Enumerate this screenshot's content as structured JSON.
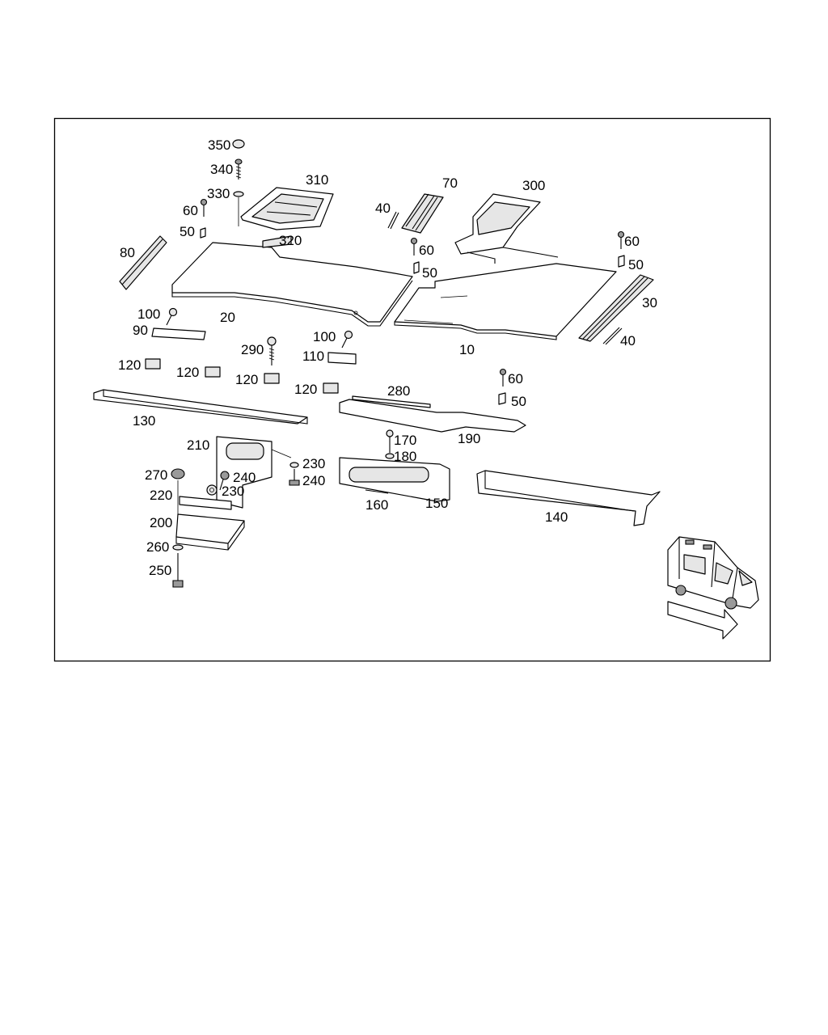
{
  "callouts": [
    {
      "id": "c350",
      "text": "350"
    },
    {
      "id": "c340",
      "text": "340"
    },
    {
      "id": "c330",
      "text": "330"
    },
    {
      "id": "c310",
      "text": "310"
    },
    {
      "id": "c320",
      "text": "320"
    },
    {
      "id": "c60a",
      "text": "60"
    },
    {
      "id": "c50a",
      "text": "50"
    },
    {
      "id": "c80",
      "text": "80"
    },
    {
      "id": "c70",
      "text": "70"
    },
    {
      "id": "c40a",
      "text": "40"
    },
    {
      "id": "c60b",
      "text": "60"
    },
    {
      "id": "c50b",
      "text": "50"
    },
    {
      "id": "c300",
      "text": "300"
    },
    {
      "id": "c60c",
      "text": "60"
    },
    {
      "id": "c50c",
      "text": "50"
    },
    {
      "id": "c30",
      "text": "30"
    },
    {
      "id": "c40b",
      "text": "40"
    },
    {
      "id": "c20",
      "text": "20"
    },
    {
      "id": "c10",
      "text": "10"
    },
    {
      "id": "c100a",
      "text": "100"
    },
    {
      "id": "c90",
      "text": "90"
    },
    {
      "id": "c100b",
      "text": "100"
    },
    {
      "id": "c110",
      "text": "110"
    },
    {
      "id": "c290",
      "text": "290"
    },
    {
      "id": "c120a",
      "text": "120"
    },
    {
      "id": "c120b",
      "text": "120"
    },
    {
      "id": "c120c",
      "text": "120"
    },
    {
      "id": "c120d",
      "text": "120"
    },
    {
      "id": "c130",
      "text": "130"
    },
    {
      "id": "c280",
      "text": "280"
    },
    {
      "id": "c60d",
      "text": "60"
    },
    {
      "id": "c50d",
      "text": "50"
    },
    {
      "id": "c190",
      "text": "190"
    },
    {
      "id": "c210",
      "text": "210"
    },
    {
      "id": "c230a",
      "text": "230"
    },
    {
      "id": "c240a",
      "text": "240"
    },
    {
      "id": "c270",
      "text": "270"
    },
    {
      "id": "c240b",
      "text": "240"
    },
    {
      "id": "c230b",
      "text": "230"
    },
    {
      "id": "c220",
      "text": "220"
    },
    {
      "id": "c200",
      "text": "200"
    },
    {
      "id": "c260",
      "text": "260"
    },
    {
      "id": "c250",
      "text": "250"
    },
    {
      "id": "c170",
      "text": "170"
    },
    {
      "id": "c180",
      "text": "180"
    },
    {
      "id": "c160",
      "text": "160"
    },
    {
      "id": "c150",
      "text": "150"
    },
    {
      "id": "c140",
      "text": "140"
    }
  ]
}
